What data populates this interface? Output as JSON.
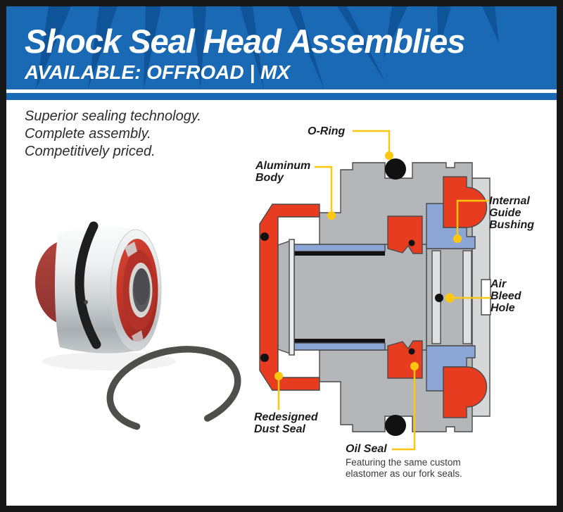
{
  "banner": {
    "title": "Shock Seal Head Assemblies",
    "subtitle": "AVAILABLE: OFFROAD | MX"
  },
  "tagline": {
    "line1": "Superior sealing technology.",
    "line2": "Complete assembly.",
    "line3": "Competitively priced."
  },
  "diagram_labels": {
    "o_ring": "O-Ring",
    "aluminum_body": "Aluminum Body",
    "internal_guide_bushing": "Internal Guide Bushing",
    "air_bleed_hole": "Air Bleed Hole",
    "redesigned_dust_seal": "Redesigned Dust Seal",
    "oil_seal": "Oil Seal",
    "oil_seal_caption": "Featuring the same custom elastomer as our fork seals."
  },
  "illustrations": {
    "product_photo": "shock-seal-head-assembly-with-snap-ring",
    "diagram": "shock-seal-head-cross-section"
  },
  "colors": {
    "banner_blue": "#1a69b4",
    "banner_dark_blue": "#0f5499",
    "diagram_red": "#e83c21",
    "diagram_blue": "#8ba5d5",
    "diagram_gray": "#b4b6b9",
    "diagram_light_gray": "#d6d7d8",
    "diagram_lighter_gray": "#dfe0e2",
    "diagram_sliver": "#ececec",
    "highlight_yellow": "#fdc70f",
    "oring_black": "#111111",
    "outline": "#4a4a4a"
  }
}
